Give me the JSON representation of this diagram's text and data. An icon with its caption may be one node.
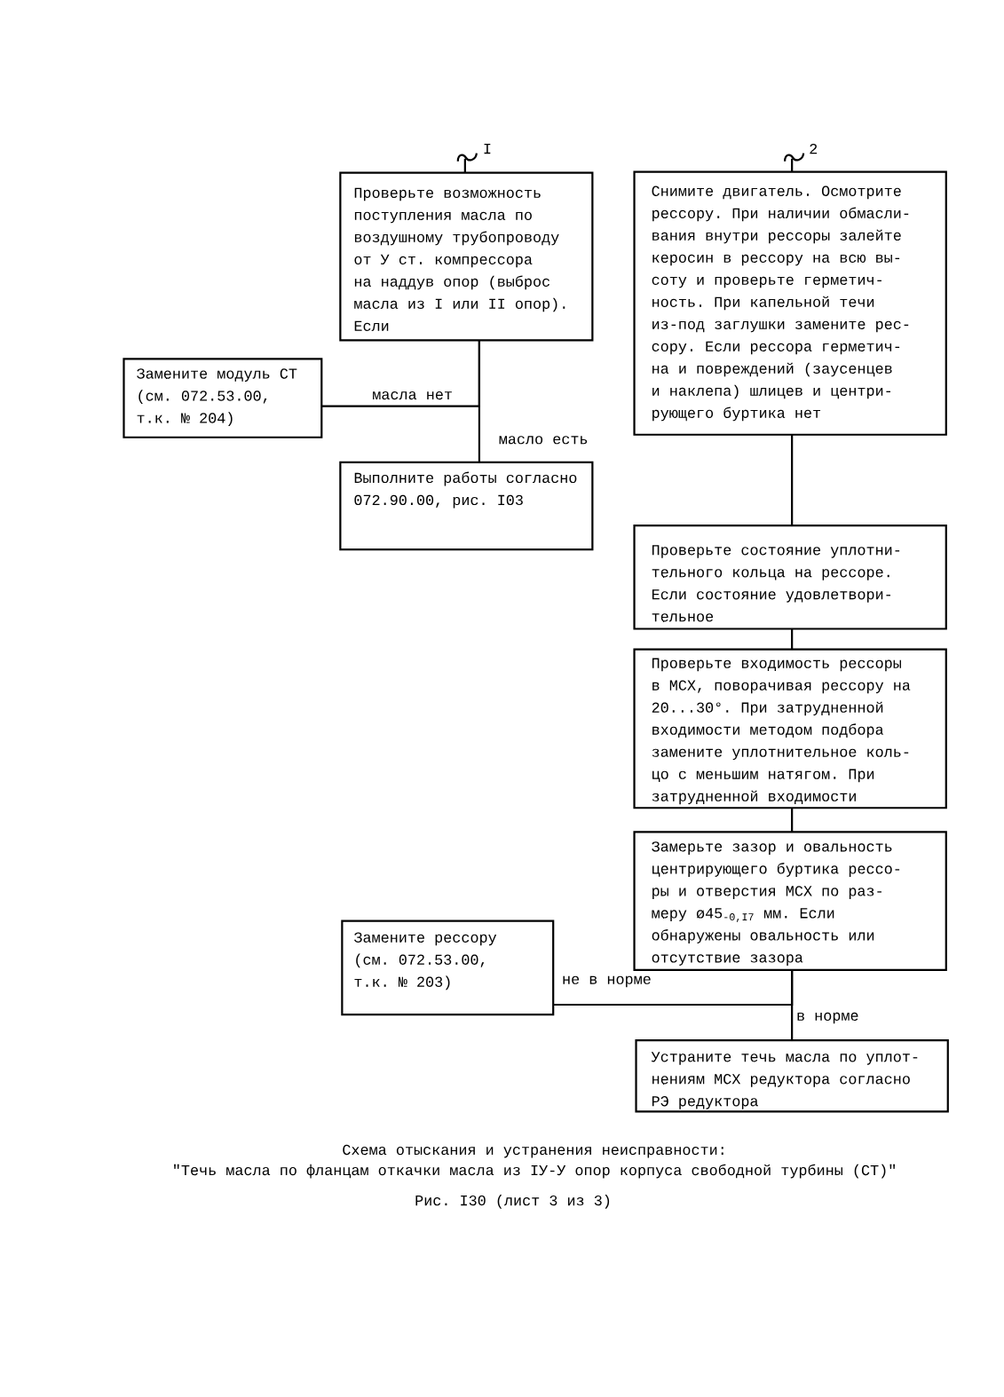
{
  "diagram": {
    "caption": "Схема отыскания и устранения неисправности: \"Течь масла по фланцам откачки масла из IУ-У опор корпуса свободной турбины (СТ)\"",
    "nodes": [
      {
        "text": [
          "Проверьте возможность поступления масла по воздушному трубопроводу от У ст. компрессора на наддув опор (выброс масла из I или II опор). Если"
        ]
      },
      {
        "text": [
          "Замените модуль СТ (см. 072.53.00, т.к. № 204)"
        ]
      },
      {
        "text": [
          "Выполните работы согласно 072.90.00, рис. I03"
        ]
      },
      {
        "text": [
          "Снимите двигатель. Осмотрите рессору. При наличии обмасли- вания внутри рессоры залейте керосин в рессору на всю вы- соту и проверьте герметич- ность. При капельной течи из-под заглушки замените рес- сору. Если рессора герметич- на и повреждений (заусенцев и наклепа) шлицев и центри- рующего буртика нет"
        ]
      },
      {
        "text": [
          "Проверьте состояние уплотни- тельного кольца на рессоре. Если состояние удовлетвори- тельное"
        ]
      },
      {
        "text": [
          "Проверьте входимость рессоры в МСХ, поворачивая рессору на 20...30°. При затрудненной входимости методом подбора замените уплотнительное коль- цо с меньшим натягом. При затрудненной входимости"
        ]
      },
      {
        "text": [
          "Замерьте зазор и овальность центрирующего буртика рессо- ры и отверстия МСХ по раз- меру ø45$_{-0,I7}$ мм. Если обнаружены овальность или отсутствие зазора"
        ]
      },
      {
        "text": [
          "Замените рессору (см. 072.53.00, т.к. № 203)"
        ]
      },
      {
        "text": [
          "Устраните течь масла по уплот- нениям МСХ редуктора согласно РЭ редуктора"
        ]
      }
    ],
    "edges": [
      {
        "from": null,
        "to": 0,
        "arrow": "none",
        "label": "I"
      },
      {
        "from": null,
        "to": 3,
        "arrow": "none",
        "label": "2"
      },
      {
        "from": 0,
        "to": 1,
        "arrow": "none",
        "label": "масла нет"
      },
      {
        "from": 0,
        "to": 2,
        "arrow": "none",
        "label": "масло есть"
      },
      {
        "from": 3,
        "to": 4,
        "arrow": "none"
      },
      {
        "from": 4,
        "to": 5,
        "arrow": "none"
      },
      {
        "from": 5,
        "to": 6,
        "arrow": "none"
      },
      {
        "from": 6,
        "to": 7,
        "arrow": "none",
        "label": "не в норме"
      },
      {
        "from": 6,
        "to": 8,
        "arrow": "none",
        "label": "в норме"
      }
    ],
    "labels": [
      "Рис. I30 (лист 3 из 3)"
    ]
  }
}
